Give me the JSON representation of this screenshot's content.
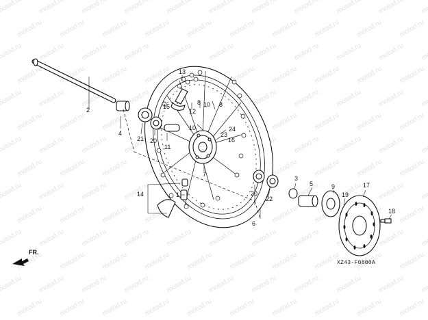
{
  "watermark": {
    "text": "motod.ru"
  },
  "diagram_code": "XZ43-F0800A",
  "direction_label": "FR.",
  "callouts": [
    {
      "id": "1",
      "text": "1"
    },
    {
      "id": "2",
      "text": "2"
    },
    {
      "id": "3",
      "text": "3"
    },
    {
      "id": "4",
      "text": "4"
    },
    {
      "id": "5",
      "text": "5"
    },
    {
      "id": "6",
      "text": "6"
    },
    {
      "id": "7",
      "text": "7"
    },
    {
      "id": "8a",
      "text": "8"
    },
    {
      "id": "8b",
      "text": "8"
    },
    {
      "id": "9",
      "text": "9"
    },
    {
      "id": "10a",
      "text": "10"
    },
    {
      "id": "10b",
      "text": "10"
    },
    {
      "id": "11",
      "text": "11"
    },
    {
      "id": "12",
      "text": "12"
    },
    {
      "id": "13",
      "text": "13"
    },
    {
      "id": "14",
      "text": "14"
    },
    {
      "id": "15",
      "text": "15"
    },
    {
      "id": "16",
      "text": "16"
    },
    {
      "id": "17",
      "text": "17"
    },
    {
      "id": "18",
      "text": "18"
    },
    {
      "id": "19",
      "text": "19"
    },
    {
      "id": "20a",
      "text": "20"
    },
    {
      "id": "20b",
      "text": "20"
    },
    {
      "id": "21",
      "text": "21"
    },
    {
      "id": "22",
      "text": "22"
    },
    {
      "id": "23",
      "text": "23"
    },
    {
      "id": "24",
      "text": "24"
    }
  ]
}
